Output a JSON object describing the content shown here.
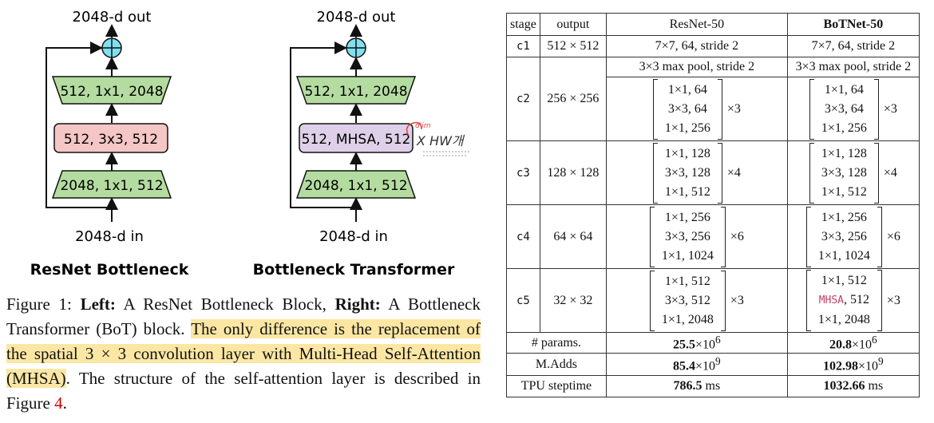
{
  "diagram": {
    "left": {
      "out_label": "2048-d out",
      "in_label": "2048-d in",
      "top_layer": "512, 1x1, 2048",
      "mid_layer": "512, 3x3, 512",
      "bottom_layer": "2048, 1x1, 512",
      "title": "ResNet Bottleneck"
    },
    "right": {
      "out_label": "2048-d out",
      "in_label": "2048-d in",
      "top_layer": "512, 1x1, 2048",
      "mid_layer": "512, MHSA, 512",
      "bottom_layer": "2048, 1x1, 512",
      "title": "Bottleneck Transformer",
      "handwritten_note": "X HW개"
    },
    "colors": {
      "green": "#b4dca0",
      "pink": "#f5c6c6",
      "lavender": "#ddd0e8",
      "add_node": "#7fe0f0"
    }
  },
  "caption": {
    "label": "Figure 1: ",
    "left_word": "Left:",
    "left_text": " A ResNet Bottleneck Block, ",
    "right_word": "Right:",
    "right_text": " A Bottleneck Transformer (BoT) block. ",
    "highlighted": "The only difference is the replacement of the spatial 3 × 3 convolution layer with Multi-Head Self-Attention (MHSA)",
    "after": ". The structure of the self-attention layer is described in Figure ",
    "fig_ref": "4",
    "end": "."
  },
  "table": {
    "headers": [
      "stage",
      "output",
      "ResNet-50",
      "BoTNet-50"
    ],
    "c1": {
      "stage": "c1",
      "output": "512 × 512",
      "resnet": "7×7, 64, stride 2",
      "botnet": "7×7, 64, stride 2"
    },
    "c2": {
      "stage": "c2",
      "output": "256 × 256",
      "pool": "3×3 max pool, stride 2",
      "pool_bot": "3×3 max pool, stride 2",
      "resnet": [
        "1×1, 64",
        "3×3, 64",
        "1×1, 256"
      ],
      "resnet_mult": "×3",
      "botnet": [
        "1×1, 64",
        "3×3, 64",
        "1×1, 256"
      ],
      "botnet_mult": "×3"
    },
    "c3": {
      "stage": "c3",
      "output": "128 × 128",
      "resnet": [
        "1×1, 128",
        "3×3, 128",
        "1×1, 512"
      ],
      "resnet_mult": "×4",
      "botnet": [
        "1×1, 128",
        "3×3, 128",
        "1×1, 512"
      ],
      "botnet_mult": "×4"
    },
    "c4": {
      "stage": "c4",
      "output": "64 × 64",
      "resnet": [
        "1×1, 256",
        "3×3, 256",
        "1×1, 1024"
      ],
      "resnet_mult": "×6",
      "botnet": [
        "1×1, 256",
        "3×3, 256",
        "1×1, 1024"
      ],
      "botnet_mult": "×6"
    },
    "c5": {
      "stage": "c5",
      "output": "32 × 32",
      "resnet": [
        "1×1, 512",
        "3×3, 512",
        "1×1, 2048"
      ],
      "resnet_mult": "×3",
      "botnet_a": "1×1, 512",
      "botnet_b_mhsa": "MHSA",
      "botnet_b_rest": ", 512",
      "botnet_c": "1×1, 2048",
      "botnet_mult": "×3"
    },
    "params": {
      "label": "# params.",
      "resnet_num": "25.5",
      "resnet_exp": "6",
      "botnet_num": "20.8",
      "botnet_exp": "6",
      "base": "×10"
    },
    "madds": {
      "label": "M.Adds",
      "resnet_num": "85.4",
      "resnet_exp": "9",
      "botnet_num": "102.98",
      "botnet_exp": "9",
      "base": "×10"
    },
    "tpu": {
      "label": "TPU steptime",
      "resnet_num": "786.5",
      "botnet_num": "1032.66",
      "unit": " ms"
    }
  }
}
